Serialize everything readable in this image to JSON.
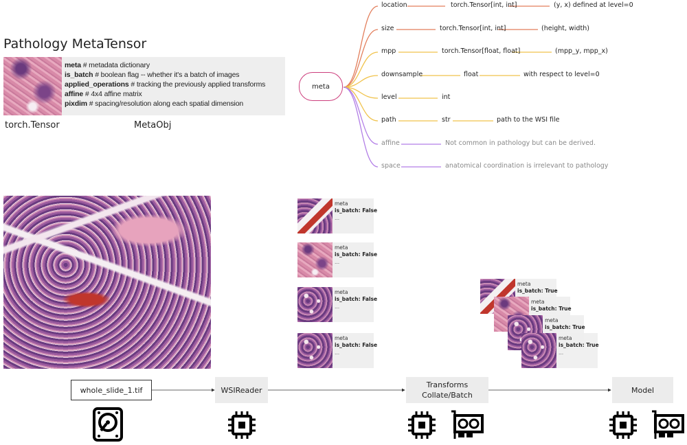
{
  "title": "Pathology MetaTensor",
  "meta_obj": {
    "lines": [
      {
        "key": "meta",
        "comment": "# metadata dictionary"
      },
      {
        "key": "is_batch",
        "comment": "# boolean flag -- whether it's a batch of images"
      },
      {
        "key": "applied_operations",
        "comment": "# tracking the previously applied transforms"
      },
      {
        "key": "affine",
        "comment": " # 4x4 affine matrix"
      },
      {
        "key": "pixdim",
        "comment": " # spacing/resolution along each spatial dimension"
      }
    ],
    "tensor_caption": "torch.Tensor",
    "obj_caption": "MetaObj"
  },
  "mindmap": {
    "root": "meta",
    "colors": {
      "root": "#cc3d7c",
      "orange": "#e27d5a",
      "yellow": "#f0c24a",
      "purple": "#b27ee6"
    },
    "branches": [
      {
        "key": "location",
        "type": "torch.Tensor[int, int]",
        "desc": "(y, x)  defined at level=0",
        "color": "orange"
      },
      {
        "key": "size",
        "type": "torch.Tensor[int, int]",
        "desc": "(height, width)",
        "color": "orange"
      },
      {
        "key": "mpp",
        "type": "torch.Tensor[float, float]",
        "desc": "(mpp_y, mpp_x)",
        "color": "yellow"
      },
      {
        "key": "downsample",
        "type": "float",
        "desc": "with respect to level=0",
        "color": "yellow"
      },
      {
        "key": "level",
        "type": "int",
        "desc": "",
        "color": "yellow"
      },
      {
        "key": "path",
        "type": "str",
        "desc": "path to the WSI file",
        "color": "yellow"
      },
      {
        "key": "affine",
        "type": "",
        "desc": "Not common in pathology but can be derived.",
        "color": "purple"
      },
      {
        "key": "space",
        "type": "",
        "desc": "anatomical coordination is irrelevant to pathology",
        "color": "purple"
      }
    ]
  },
  "patches": [
    {
      "meta": "meta",
      "is_batch": "is_batch: False",
      "more": "..."
    },
    {
      "meta": "meta",
      "is_batch": "is_batch: False",
      "more": "..."
    },
    {
      "meta": "meta",
      "is_batch": "is_batch: False",
      "more": "..."
    },
    {
      "meta": "meta",
      "is_batch": "is_batch: False",
      "more": "..."
    }
  ],
  "batch": [
    {
      "meta": "meta",
      "is_batch": "is_batch: True"
    },
    {
      "meta": "meta",
      "is_batch": "is_batch: True"
    },
    {
      "meta": "meta",
      "is_batch": "is_batch: True"
    },
    {
      "meta": "meta",
      "is_batch": "is_batch: True",
      "more": "..."
    }
  ],
  "pipeline": {
    "file": "whole_slide_1.tif",
    "reader": "WSIReader",
    "transforms": [
      "Transforms",
      "Collate/Batch"
    ],
    "model": "Model",
    "icons": [
      "hard-drive-icon",
      "cpu-icon",
      "gpu-icon"
    ]
  }
}
